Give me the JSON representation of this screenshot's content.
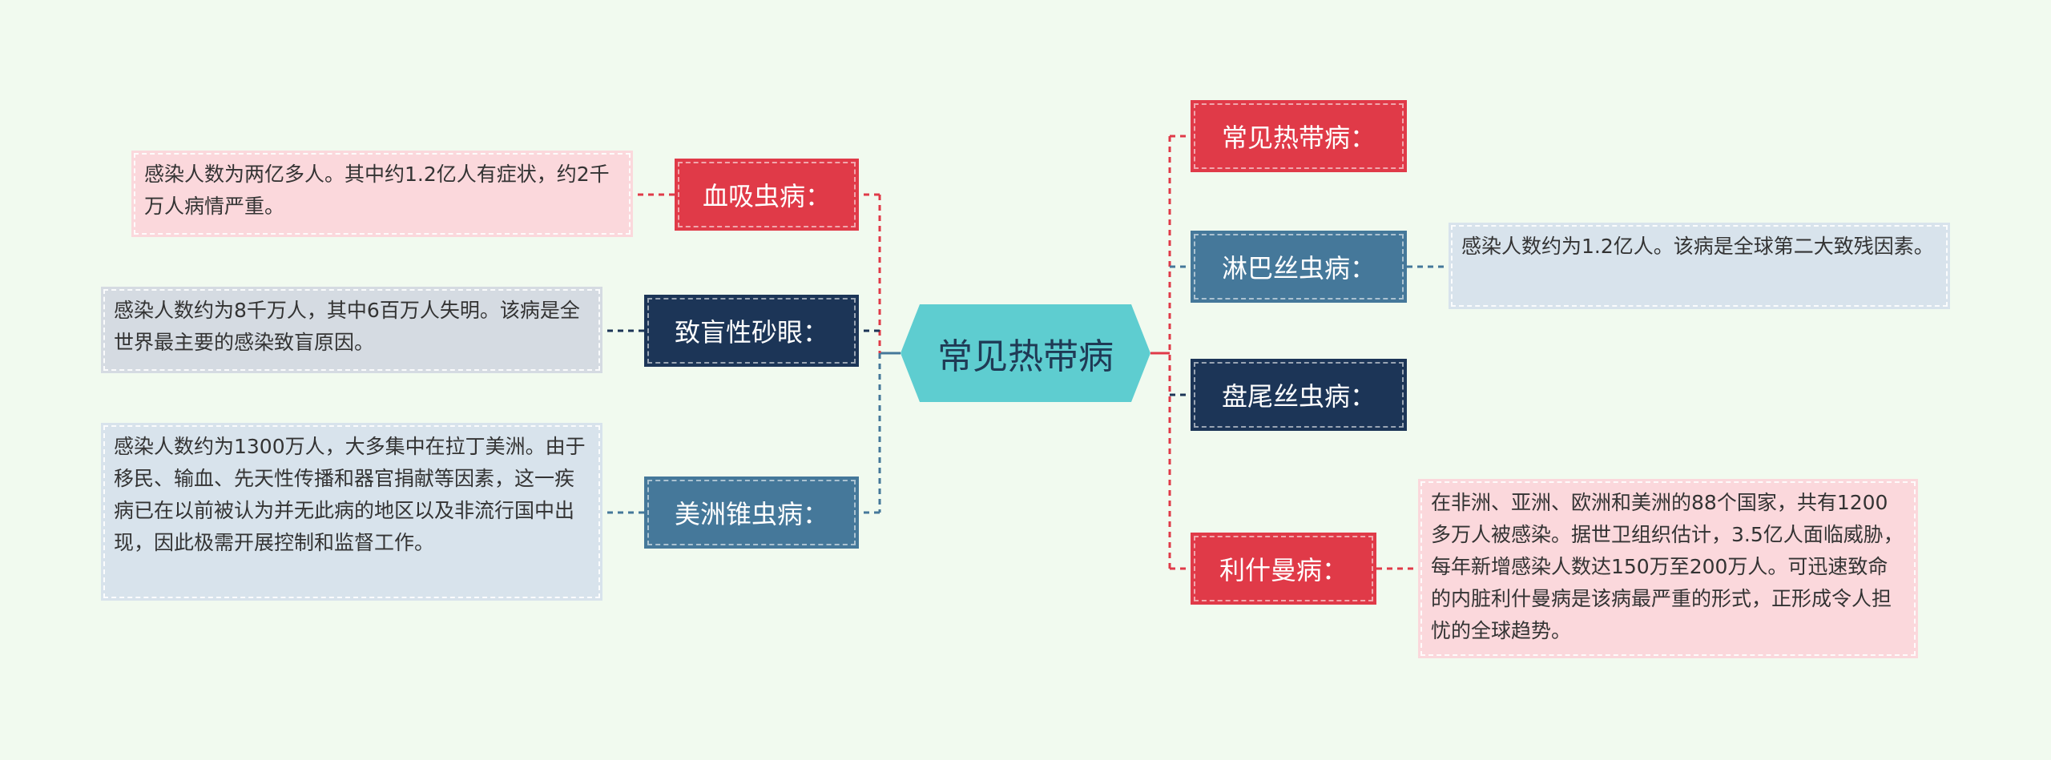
{
  "center": {
    "label": "常见热带病"
  },
  "left": [
    {
      "title": "血吸虫病：",
      "note": "感染人数为两亿多人。其中约1.2亿人有症状，约2千万人病情严重。"
    },
    {
      "title": "致盲性砂眼：",
      "note": "感染人数约为8千万人，其中6百万人失明。该病是全世界最主要的感染致盲原因。"
    },
    {
      "title": "美洲锥虫病：",
      "note": "感染人数约为1300万人，大多集中在拉丁美洲。由于移民、输血、先天性传播和器官捐献等因素，这一疾病已在以前被认为并无此病的地区以及非流行国中出现，因此极需开展控制和监督工作。"
    }
  ],
  "right": [
    {
      "title": "常见热带病："
    },
    {
      "title": "淋巴丝虫病：",
      "note": "感染人数约为1.2亿人。该病是全球第二大致残因素。"
    },
    {
      "title": "盘尾丝虫病："
    },
    {
      "title": "利什曼病：",
      "note": "在非洲、亚洲、欧洲和美洲的88个国家，共有1200多万人被感染。据世卫组织估计，3.5亿人面临威胁，每年新增感染人数达150万至200万人。可迅速致命的内脏利什曼病是该病最严重的形式，正形成令人担忧的全球趋势。"
    }
  ],
  "colors": {
    "background": "#f1faef",
    "center": "#5ecdd0",
    "red": "#e03a48",
    "navy": "#1c3557",
    "steel": "#45789a"
  }
}
